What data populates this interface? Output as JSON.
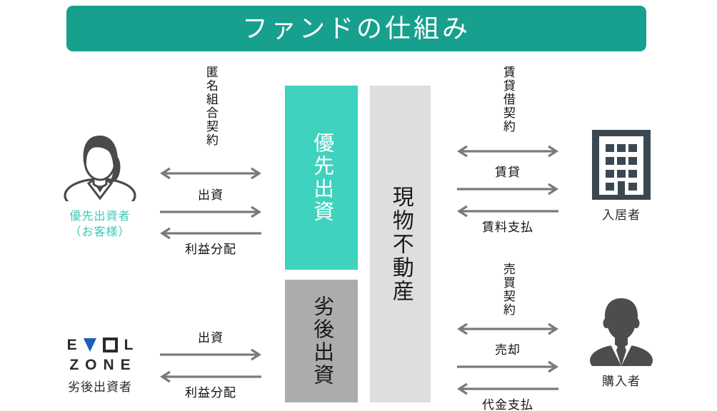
{
  "title": {
    "text": "ファンドの仕組み",
    "banner_color": "#17a08d",
    "text_color": "#ffffff"
  },
  "center_columns": [
    {
      "key": "senior_investment",
      "label": "優先出資",
      "bg_color": "#3fd2be",
      "text_color": "#ffffff"
    },
    {
      "key": "subordinate_investment",
      "label": "劣後出資",
      "bg_color": "#abacac",
      "text_color": "#1a1a1a"
    },
    {
      "key": "real_property",
      "label": "現物不動産",
      "bg_color": "#dedede",
      "text_color": "#1a1a1a"
    }
  ],
  "actors": {
    "senior_investor": {
      "icon": "woman-avatar-icon",
      "label_line1": "優先出資者",
      "label_line2": "（お客様）",
      "label_color": "#3fc8b8"
    },
    "junior_investor": {
      "icon": "evolzone-logo",
      "logo_line1": [
        "E",
        "V",
        "O",
        "L"
      ],
      "logo_line2": [
        "Z",
        "O",
        "N",
        "E"
      ],
      "label": "劣後出資者",
      "accent_color": "#1d5fb4"
    },
    "tenant": {
      "icon": "building-icon",
      "label": "入居者",
      "icon_color": "#3b4852"
    },
    "buyer": {
      "icon": "businessman-avatar-icon",
      "label": "購入者",
      "icon_color": "#4d4d4d"
    }
  },
  "flows": {
    "left_top": [
      {
        "key": "tokumei_kumiai",
        "label": "匿名組合契約",
        "direction": "both",
        "orientation": "vertical"
      },
      {
        "key": "shusshi",
        "label": "出資",
        "direction": "right",
        "orientation": "horizontal"
      },
      {
        "key": "rieki_bunpai",
        "label": "利益分配",
        "direction": "left",
        "orientation": "horizontal"
      }
    ],
    "left_bottom": [
      {
        "key": "shusshi_junior",
        "label": "出資",
        "direction": "right",
        "orientation": "horizontal"
      },
      {
        "key": "rieki_bunpai_junior",
        "label": "利益分配",
        "direction": "left",
        "orientation": "horizontal"
      }
    ],
    "right_top": [
      {
        "key": "chintaishaku_keiyaku",
        "label": "賃貸借契約",
        "direction": "both",
        "orientation": "vertical"
      },
      {
        "key": "chintai",
        "label": "賃貸",
        "direction": "right",
        "orientation": "horizontal"
      },
      {
        "key": "chinryo_shiharai",
        "label": "賃料支払",
        "direction": "left",
        "orientation": "horizontal"
      }
    ],
    "right_bottom": [
      {
        "key": "baibai_keiyaku",
        "label": "売買契約",
        "direction": "both",
        "orientation": "vertical"
      },
      {
        "key": "baikyaku",
        "label": "売却",
        "direction": "right",
        "orientation": "horizontal"
      },
      {
        "key": "daikin_shiharai",
        "label": "代金支払",
        "direction": "left",
        "orientation": "horizontal"
      }
    ]
  },
  "colors": {
    "arrow": "#7a7a7a",
    "background": "#ffffff",
    "text": "#111111"
  }
}
